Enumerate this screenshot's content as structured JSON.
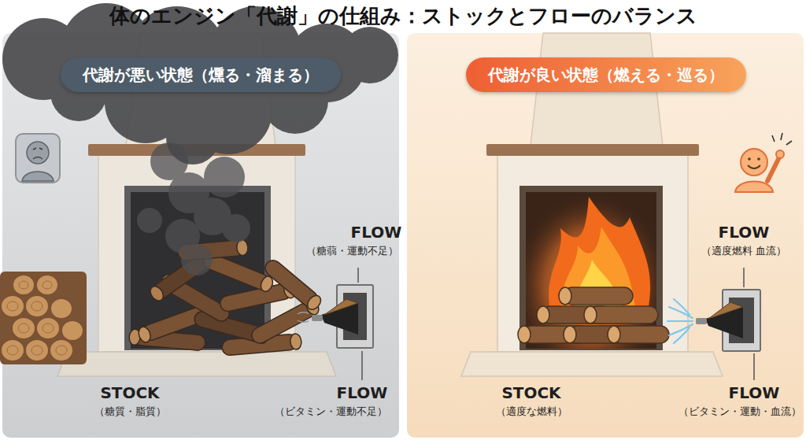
{
  "diagram": {
    "title": "体のエンジン「代謝」の仕組み：ストックとフローのバランス",
    "nodes": [
      {
        "text": [
          "代謝が悪い状態（燻る・溜まる）"
        ]
      },
      {
        "text": [
          "代謝が良い状態（燃える・巡る）"
        ]
      }
    ],
    "labels": [
      "FLOW",
      "（糖蒻・運動不足）",
      "STOCK",
      "（糖質・脂質）",
      "FLOW",
      "（ビタミン・運動不足）",
      "FLOW",
      "（適度燃料 血流）",
      "STOCK",
      "（適度な燃料）",
      "FLOW",
      "（ビタミン・運動・血流）"
    ]
  }
}
